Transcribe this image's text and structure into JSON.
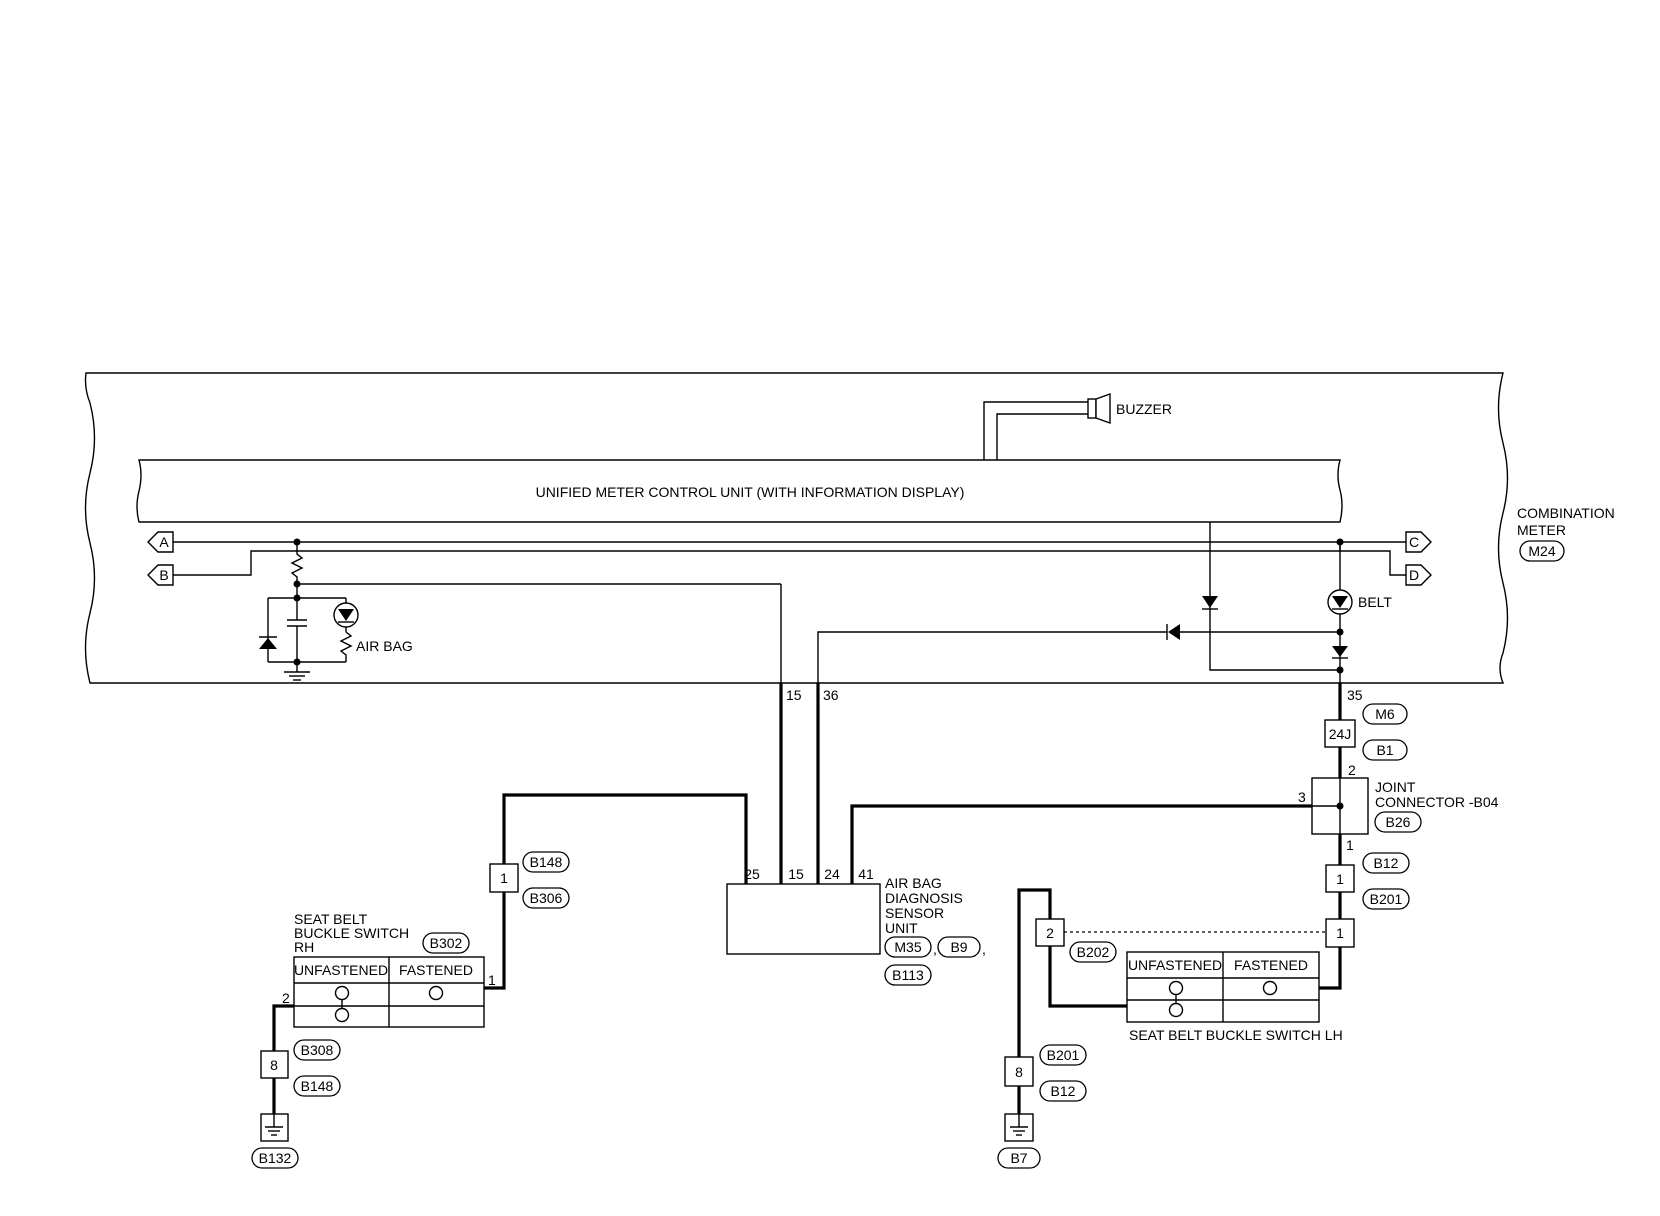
{
  "meter": {
    "title_line1": "COMBINATION",
    "title_line2": "METER",
    "connector": "M24",
    "control_unit_label": "UNIFIED METER CONTROL UNIT (WITH INFORMATION DISPLAY)",
    "buzzer_label": "BUZZER",
    "airbag_lamp_label": "AIR BAG",
    "belt_lamp_label": "BELT",
    "terminal_15": "15",
    "terminal_36": "36",
    "terminal_35": "35"
  },
  "offpage": {
    "a": "A",
    "b": "B",
    "c": "C",
    "d": "D"
  },
  "inline_m6_b1": {
    "pin": "24J",
    "conn_top": "M6",
    "conn_bottom": "B1"
  },
  "joint": {
    "line1": "JOINT",
    "line2": "CONNECTOR -B04",
    "connector": "B26",
    "pin_top": "2",
    "pin_left": "3",
    "pin_bottom": "1"
  },
  "inline_b12_b201": {
    "pin": "1",
    "conn_top": "B12",
    "conn_bottom": "B201"
  },
  "inline_b202": {
    "pin": "1"
  },
  "airbag_unit": {
    "line1": "AIR BAG",
    "line2": "DIAGNOSIS",
    "line3": "SENSOR",
    "line4": "UNIT",
    "pin_25": "25",
    "pin_15": "15",
    "pin_24": "24",
    "pin_41": "41",
    "conn_1": "M35",
    "conn_2": "B9",
    "conn_3": "B113",
    "sep_1": ",",
    "sep_2": ","
  },
  "inline_b148_b306": {
    "pin": "1",
    "conn_top": "B148",
    "conn_bottom": "B306"
  },
  "switch_rh": {
    "line1": "SEAT BELT",
    "line2": "BUCKLE SWITCH",
    "line3": "RH",
    "connector": "B302",
    "col_unfastened": "UNFASTENED",
    "col_fastened": "FASTENED",
    "pin_1": "1",
    "pin_2": "2"
  },
  "inline_b308_b148": {
    "pin": "8",
    "conn_top": "B308",
    "conn_bottom": "B148"
  },
  "ground_rh": {
    "connector": "B132"
  },
  "switch_lh": {
    "label": "SEAT BELT BUCKLE SWITCH LH",
    "connector": "B202",
    "col_unfastened": "UNFASTENED",
    "col_fastened": "FASTENED",
    "pin_2": "2"
  },
  "inline_b201_b12": {
    "pin": "8",
    "conn_top": "B201",
    "conn_bottom": "B12"
  },
  "ground_lh": {
    "connector": "B7"
  }
}
